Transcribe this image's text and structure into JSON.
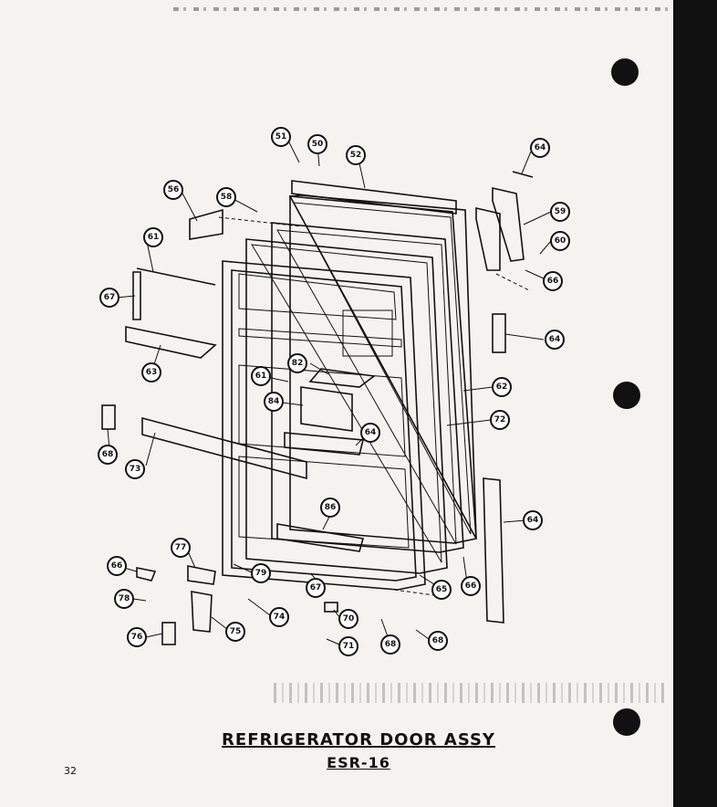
{
  "title": "REFRIGERATOR DOOR ASSY",
  "model": "ESR-16",
  "page_number": "32",
  "callouts": [
    "51",
    "50",
    "52",
    "56",
    "58",
    "64",
    "59",
    "60",
    "66",
    "61",
    "67",
    "63",
    "64",
    "62",
    "61",
    "82",
    "84",
    "64",
    "72",
    "68",
    "73",
    "86",
    "64",
    "77",
    "66",
    "79",
    "67",
    "65",
    "66",
    "76",
    "74",
    "78",
    "75",
    "70",
    "71",
    "68",
    "68"
  ]
}
